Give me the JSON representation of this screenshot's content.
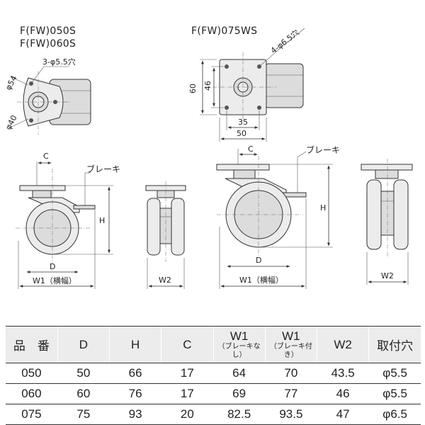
{
  "drawing": {
    "left_models": [
      "F(FW)050S",
      "F(FW)060S"
    ],
    "right_model": "F(FW)075WS",
    "left_top": {
      "holes": "3-φ5.5穴",
      "dia_outer": "φ54",
      "dia_inner": "φ40"
    },
    "right_top": {
      "holes": "4-φ6.5穴",
      "height": "60",
      "pitch_v": "46",
      "pitch_h": "35",
      "width": "50"
    },
    "side": {
      "c": "C",
      "h": "H",
      "d": "D",
      "w1": "W1（横幅）",
      "w2": "W2",
      "brake": "ブレーキ"
    }
  },
  "table": {
    "headers": [
      "品　番",
      "D",
      "H",
      "C",
      "W1",
      "W1",
      "W2",
      "取付穴"
    ],
    "w1_notes": [
      "（ブレーキなし）",
      "（ブレーキ付き）"
    ],
    "rows": [
      [
        "050",
        "50",
        "66",
        "17",
        "64",
        "70",
        "43.5",
        "φ5.5"
      ],
      [
        "060",
        "60",
        "76",
        "17",
        "69",
        "77",
        "46",
        "φ5.5"
      ],
      [
        "075",
        "75",
        "93",
        "20",
        "82.5",
        "93.5",
        "47",
        "φ6.5"
      ]
    ]
  }
}
